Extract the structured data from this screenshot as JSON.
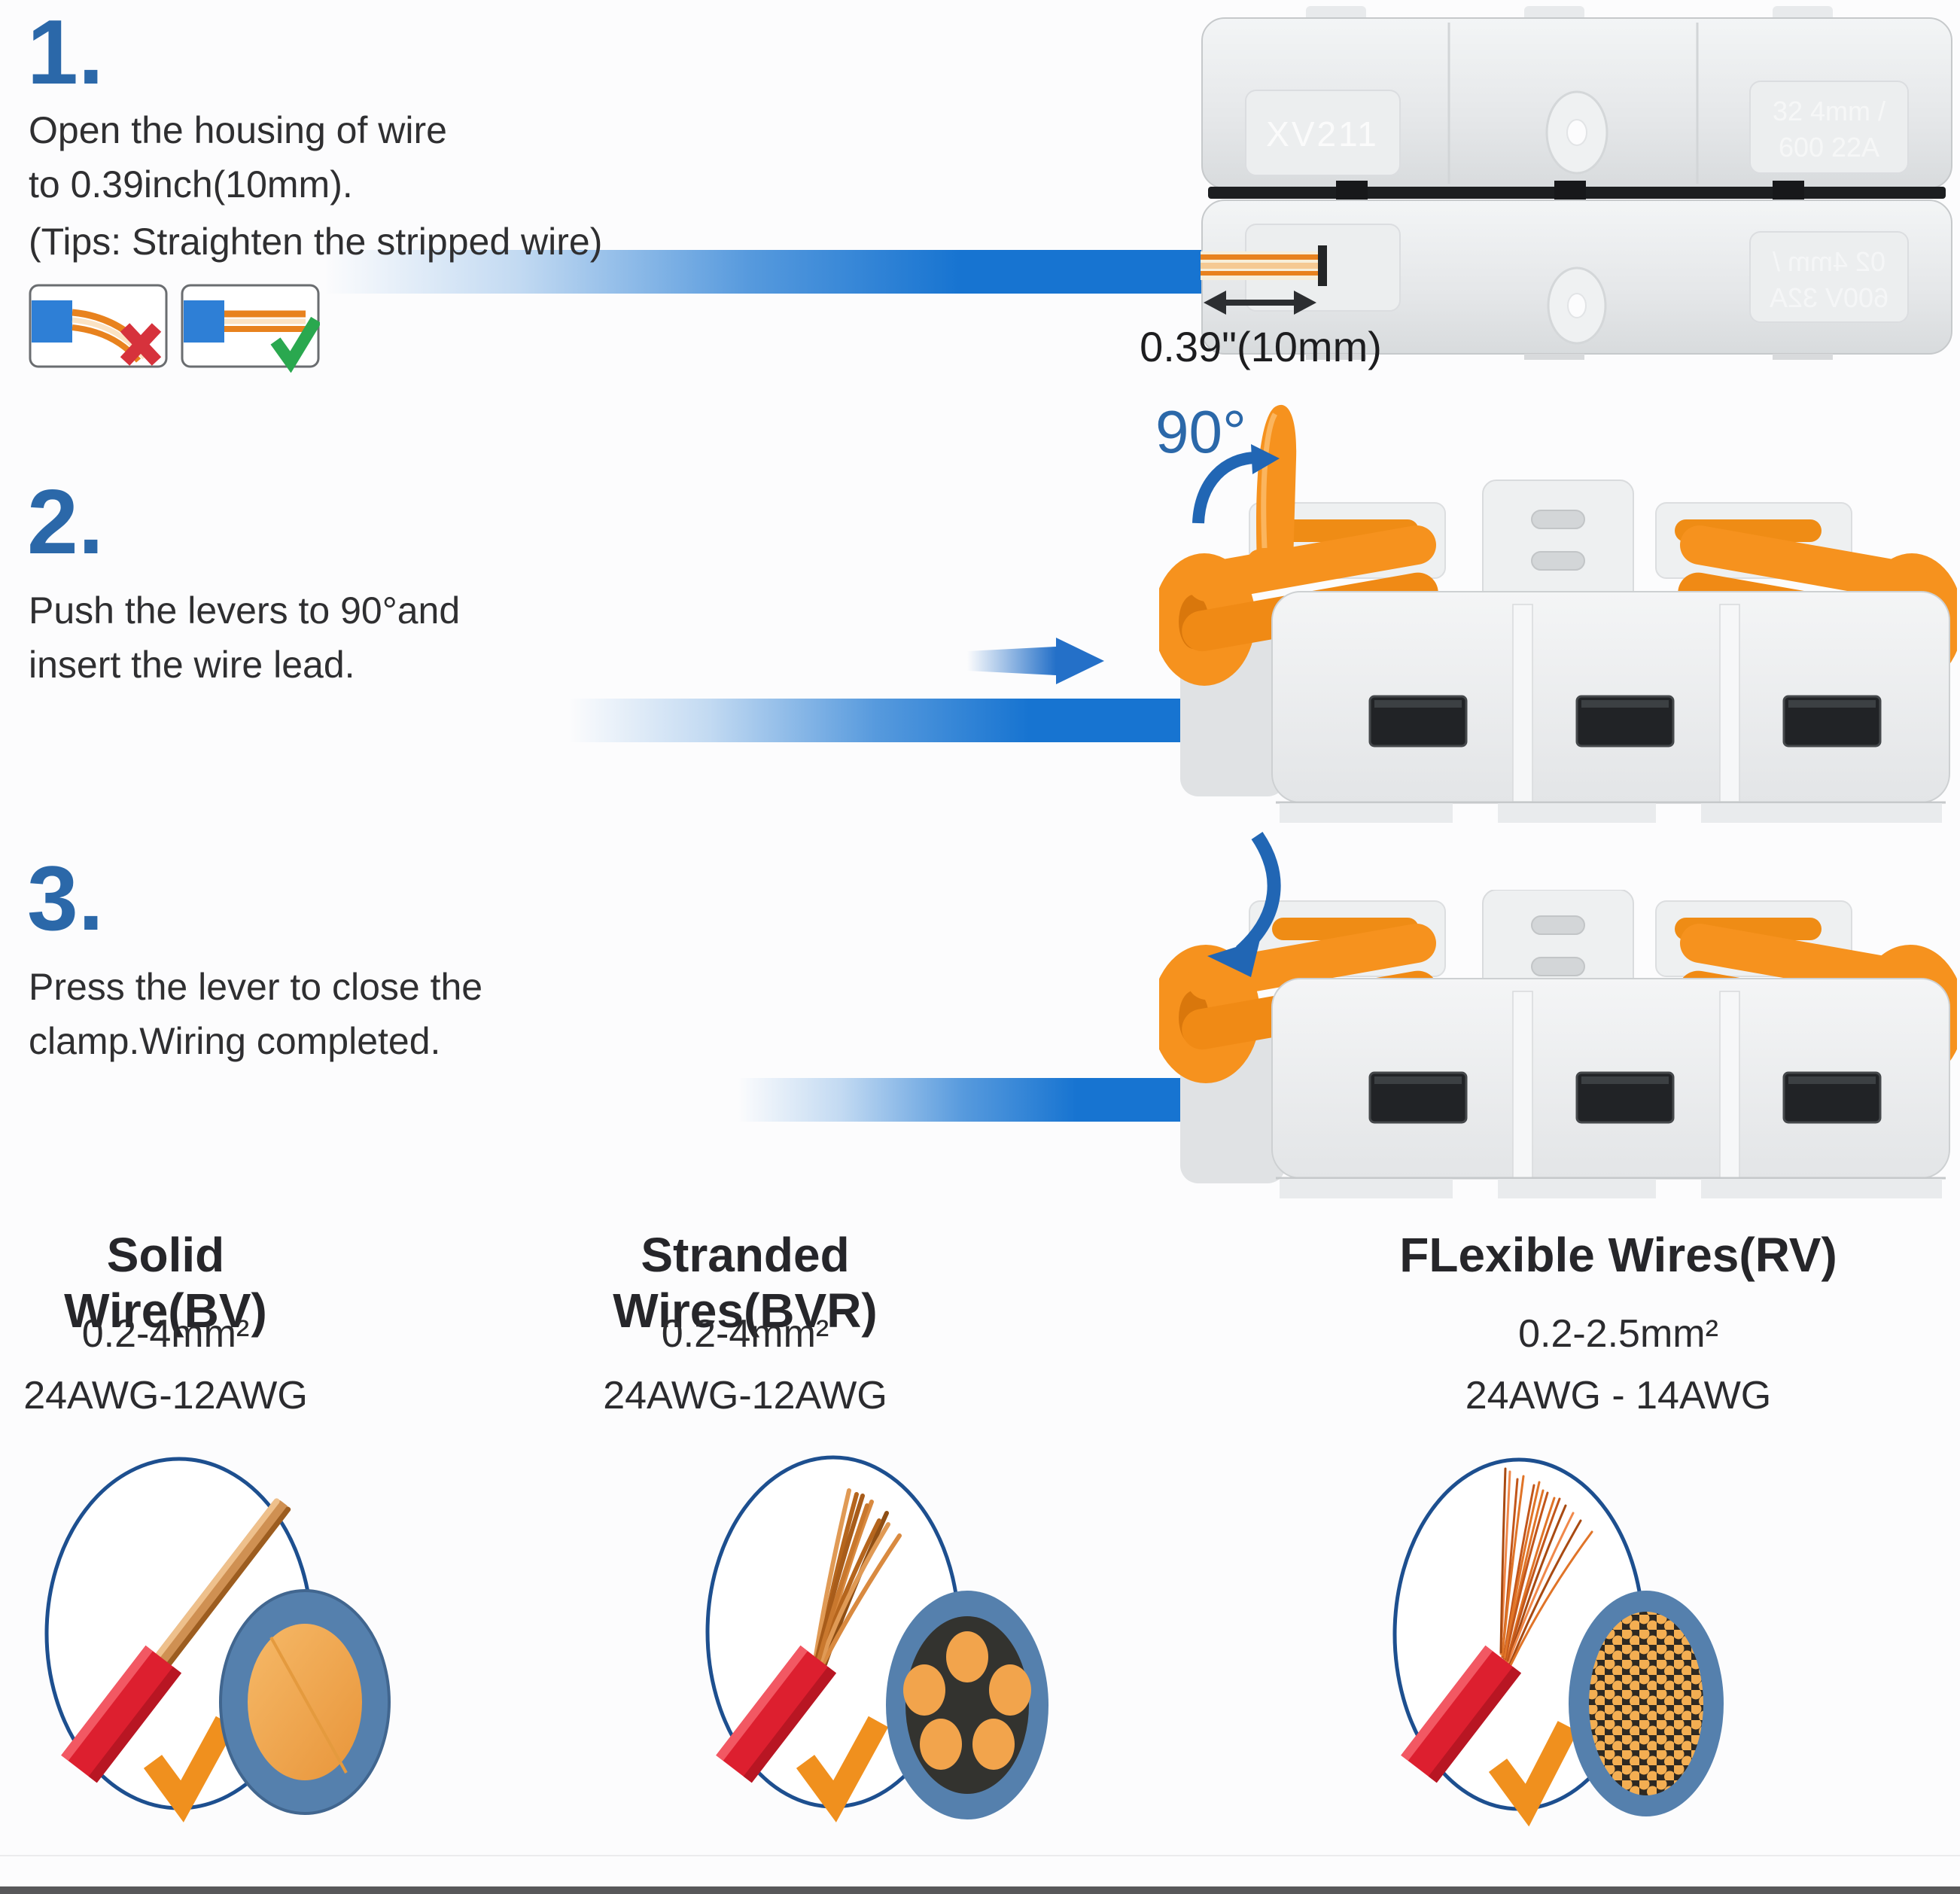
{
  "steps": [
    {
      "number": "1.",
      "lines": [
        "Open the housing of wire",
        "to 0.39inch(10mm).",
        "(Tips: Straighten the stripped wire)"
      ],
      "measurement": "0.39\"(10mm)"
    },
    {
      "number": "2.",
      "lines": [
        "Push the levers to 90°and",
        "insert the wire lead."
      ],
      "angle_label": "90°"
    },
    {
      "number": "3.",
      "lines": [
        "Press the lever to close the",
        "clamp.Wiring completed."
      ]
    }
  ],
  "connector_markings": {
    "model": "XV211",
    "spec_top_line1": "32 4mm /",
    "spec_top_line2": "600 22A",
    "spec_bottom_line1": "02 4mm /",
    "spec_bottom_line2": "600V 32A"
  },
  "wire_types": [
    {
      "title": "Solid Wire(BV)",
      "size_range": "0.2-4mm²",
      "awg_range": "24AWG-12AWG"
    },
    {
      "title": "Stranded Wires(BVR)",
      "size_range": "0.2-4mm²",
      "awg_range": "24AWG-12AWG"
    },
    {
      "title": "FLexible Wires(RV)",
      "size_range": "0.2-2.5mm²",
      "awg_range": "24AWG - 14AWG"
    }
  ],
  "icons": {
    "wrong": "x-mark-icon",
    "correct": "check-mark-icon",
    "measure": "double-headed-arrow-icon",
    "rotate": "curved-arrow-icon",
    "insert": "right-arrow-icon",
    "press": "curved-down-arrow-icon"
  },
  "colors": {
    "step_number_blue": "#2b68a9",
    "wire_band_blue": "#1774d1",
    "arrow_blue": "#2166b4",
    "lever_orange": "#f6921e",
    "check_orange": "#f0901e",
    "wrong_red": "#d6323c",
    "right_green": "#2aa84f",
    "insulation_red": "#dd1f2f",
    "copper": "#cf9052",
    "cross_section_rim": "#5580ad",
    "cross_section_core": "#f2a94e",
    "connector_gray": "#e7e9ea"
  }
}
